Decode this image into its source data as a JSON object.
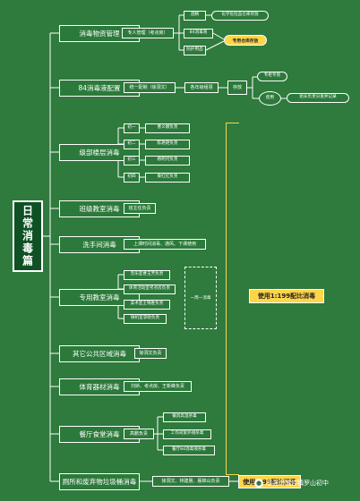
{
  "title": "日常消毒篇",
  "categories": [
    {
      "label": "消毒物资管理"
    },
    {
      "label": "84消毒液配置"
    },
    {
      "label": "级部楼层消毒"
    },
    {
      "label": "班级教室消毒"
    },
    {
      "label": "洗手间消毒"
    },
    {
      "label": "专用教室消毒"
    },
    {
      "label": "其它公共区域消毒"
    },
    {
      "label": "体育器材消毒"
    },
    {
      "label": "餐厅食堂消毒"
    },
    {
      "label": "厕所和废弃物垃圾桶消毒"
    }
  ],
  "supplies": {
    "manager": "专人管理（考点房）",
    "items": [
      "酒精",
      "84消毒液",
      "防护用品"
    ],
    "alcohol_note": "化学危险品仓库存放",
    "storage_note": "专用仓库存放"
  },
  "mixing": {
    "unified": "统一配制（徐洞文）",
    "grade_leader": "各年级组领",
    "store": "存放",
    "use": "使用",
    "cabinet": "专柜专管",
    "record": "组长负责分发并记录"
  },
  "floors": [
    {
      "grade": "初一",
      "person": "曹义娜负责"
    },
    {
      "grade": "初二",
      "person": "陈艳艳负责"
    },
    {
      "grade": "初三",
      "person": "杨明河负责"
    },
    {
      "grade": "初四",
      "person": "秦红红负责"
    }
  ],
  "classroom": "班主任负责",
  "restroom": "上课时间消毒、通风、下课使用",
  "special_rooms": [
    "音乐室曹玉芳负责",
    "体育活动室考点房负责",
    "美术室王锦胜负责",
    "微机室李晓负责"
  ],
  "special_note": "一周一消毒",
  "public_area": "徐洞文负责",
  "sports": "刘娇、考点房、王新峰负责",
  "canteen": {
    "leader": "高鹏负责",
    "items": [
      "餐具高温杀毒",
      "工作间紫外线杀毒",
      "餐厅84消毒液杀毒"
    ]
  },
  "toilet": "徐洞文、林建朋、殷锦山负责",
  "ratio_main": "使用1:199配比消毒",
  "ratio_bottom": "使用1:99配比消毒",
  "watermark": "临淄市敬仲镇罗山初中"
}
